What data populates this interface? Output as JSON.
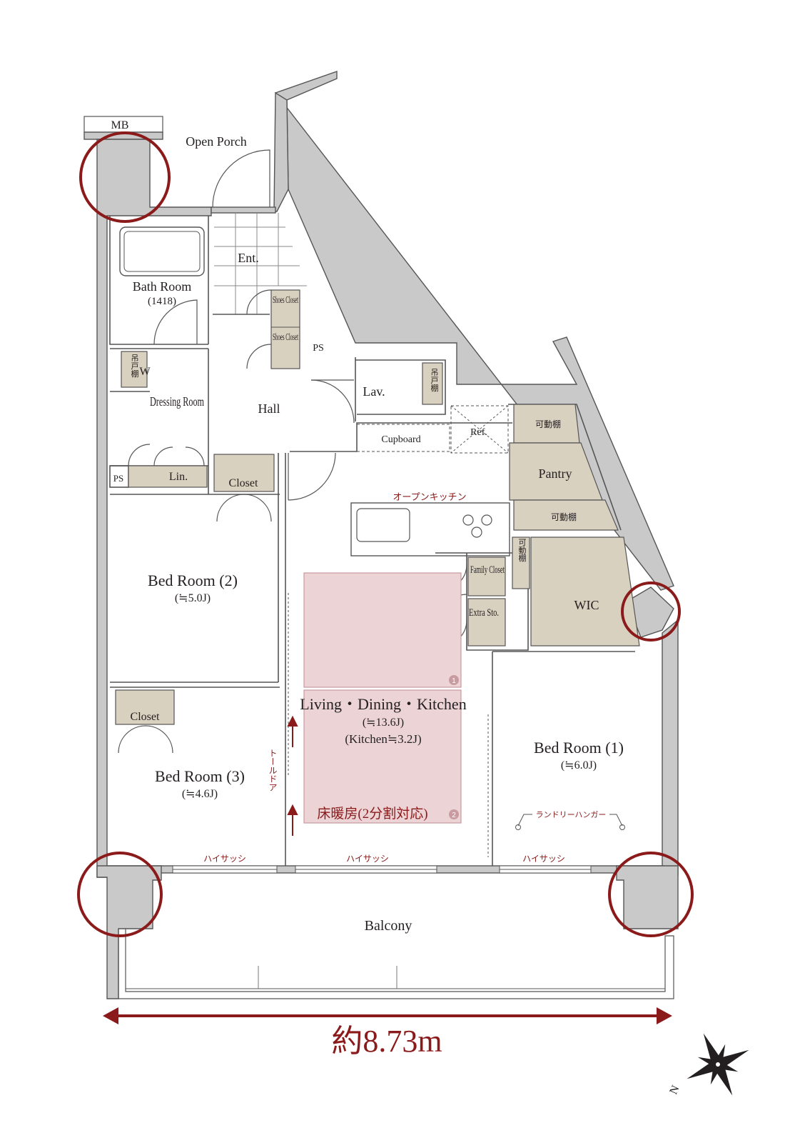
{
  "labels": {
    "mb": "MB",
    "open_porch": "Open Porch",
    "ent": "Ent.",
    "bath_room": "Bath Room",
    "bath_size": "(1418)",
    "shoes_closet_1": "Shoes Closet",
    "shoes_closet_2": "Shoes Closet",
    "ps_top": "PS",
    "hanging_shelf_1": "吊戸棚",
    "w": "W",
    "dressing_room": "Dressing Room",
    "hall": "Hall",
    "lav": "Lav.",
    "hanging_shelf_2": "吊戸棚",
    "cupboard": "Cupboard",
    "ref": "Ref.",
    "movable_shelf_1": "可動棚",
    "pantry": "Pantry",
    "movable_shelf_2": "可動棚",
    "movable_shelf_3": "可動棚",
    "ps_left": "PS",
    "lin": "Lin.",
    "closet_hall": "Closet",
    "open_kitchen": "オープンキッチン",
    "bed_room_2": "Bed Room (2)",
    "bed_room_2_size": "(≒5.0J)",
    "family_closet": "Family Closet",
    "extra_sto": "Extra Sto.",
    "wic": "WIC",
    "closet_bed3": "Closet",
    "ldk": "Living・Dining・Kitchen",
    "ldk_size": "(≒13.6J)",
    "kitchen_size": "(Kitchen≒3.2J)",
    "tall_door": "トールドア",
    "floor_heating": "床暖房(2分割対応)",
    "zone_1": "1",
    "zone_2": "2",
    "bed_room_1": "Bed Room (1)",
    "bed_room_1_size": "(≒6.0J)",
    "laundry_hanger": "ランドリーハンガー",
    "bed_room_3": "Bed Room (3)",
    "bed_room_3_size": "(≒4.6J)",
    "high_sash_1": "ハイサッシ",
    "high_sash_2": "ハイサッシ",
    "high_sash_3": "ハイサッシ",
    "balcony": "Balcony",
    "width_dimension": "約8.73m",
    "north": "N"
  },
  "colors": {
    "wall_fill": "#c9c9c9",
    "storage_fill": "#d9d1bf",
    "floor_heating_fill": "#ecd3d5",
    "floor_heating_stroke": "#c99aa0",
    "accent_red": "#8b1a1a",
    "line": "#555555"
  }
}
